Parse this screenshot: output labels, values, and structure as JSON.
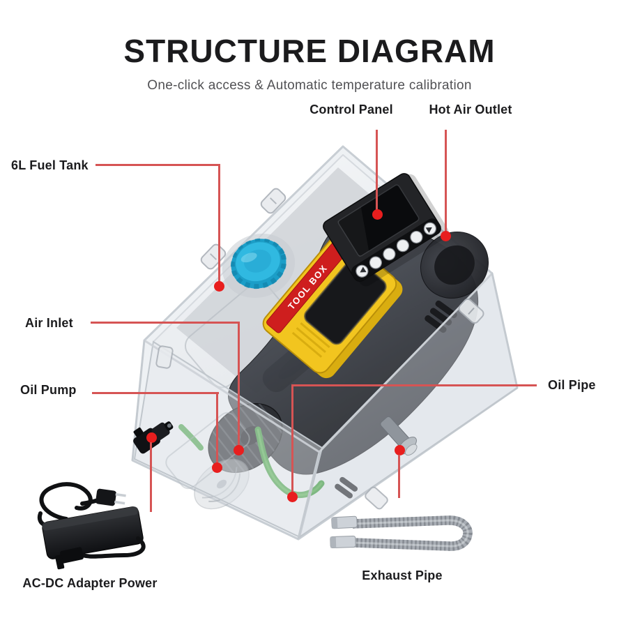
{
  "header": {
    "title": "STRUCTURE DIAGRAM",
    "subtitle": "One-click access & Automatic temperature calibration"
  },
  "callouts": {
    "control_panel": "Control Panel",
    "hot_air_outlet": "Hot Air Outlet",
    "fuel_tank": "6L Fuel Tank",
    "air_inlet": "Air Inlet",
    "oil_pump": "Oil Pump",
    "oil_pipe": "Oil Pipe",
    "adapter": "AC-DC Adapter Power",
    "exhaust_pipe": "Exhaust Pipe"
  },
  "product": {
    "tool_box_label": "TOOL BOX"
  },
  "colors": {
    "accent_red_dot": "#e81e1e",
    "callout_line_red": "#d65454",
    "fuel_cap_blue": "#2fb9e1",
    "handle_yellow": "#f2c51f",
    "toolbox_strip_red": "#ce1e1e",
    "oil_pipe_green": "#3f9e3e",
    "heater_dark": "#26282d"
  }
}
